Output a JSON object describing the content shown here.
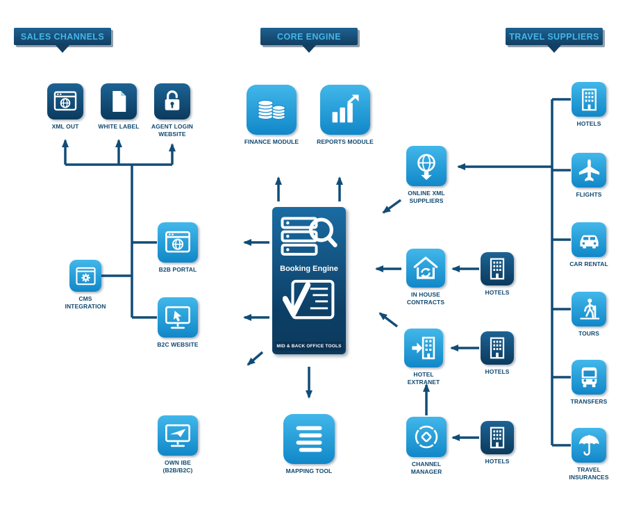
{
  "diagram": {
    "headers": {
      "sales": {
        "label": "SALES CHANNELS"
      },
      "core": {
        "label": "CORE ENGINE"
      },
      "suppliers": {
        "label": "TRAVEL SUPPLIERS"
      }
    },
    "booking_engine": {
      "title": "Booking Engine",
      "subtitle": "MID & BACK OFFICE TOOLS"
    },
    "nodes": {
      "xml_out": {
        "label": "XML OUT",
        "icon": "browser-globe-icon"
      },
      "white_label": {
        "label": "WHITE LABEL",
        "icon": "document-icon"
      },
      "agent_login": {
        "label": "AGENT LOGIN WEBSITE",
        "icon": "lock-icon"
      },
      "b2b_portal": {
        "label": "B2B PORTAL",
        "icon": "browser-globe-icon"
      },
      "cms_integration": {
        "label": "CMS INTEGRATION",
        "icon": "window-gear-icon"
      },
      "b2c_website": {
        "label": "B2C WEBSITE",
        "icon": "monitor-cursor-icon"
      },
      "own_ibe": {
        "label": "OWN IBE (B2B/B2C)",
        "icon": "monitor-plane-icon"
      },
      "finance_module": {
        "label": "FINANCE MODULE",
        "icon": "coins-icon"
      },
      "reports_module": {
        "label": "REPORTS MODULE",
        "icon": "bar-chart-icon"
      },
      "mapping_tool": {
        "label": "MAPPING TOOL",
        "icon": "list-icon"
      },
      "online_xml_suppliers": {
        "label": "ONLINE XML SUPPLIERS",
        "icon": "globe-download-icon"
      },
      "in_house_contracts": {
        "label": "IN HOUSE CONTRACTS",
        "icon": "house-sync-icon"
      },
      "hotel_extranet": {
        "label": "HOTEL EXTRANET",
        "icon": "building-arrow-icon"
      },
      "channel_manager": {
        "label": "CHANNEL MANAGER",
        "icon": "hub-arrows-icon"
      },
      "hotels_contracts": {
        "label": "HOTELS",
        "icon": "building-icon"
      },
      "hotels_extranet": {
        "label": "HOTELS",
        "icon": "building-icon"
      },
      "hotels_channel": {
        "label": "HOTELS",
        "icon": "building-icon"
      },
      "sup_hotels": {
        "label": "HOTELS",
        "icon": "building-icon"
      },
      "sup_flights": {
        "label": "FLIGHTS",
        "icon": "plane-icon"
      },
      "sup_car_rental": {
        "label": "CAR RENTAL",
        "icon": "car-icon"
      },
      "sup_tours": {
        "label": "TOURS",
        "icon": "hiker-icon"
      },
      "sup_transfers": {
        "label": "TRANSFERS",
        "icon": "bus-icon"
      },
      "sup_travel_insurances": {
        "label": "TRAVEL INSURANCES",
        "icon": "umbrella-icon"
      }
    },
    "colors": {
      "dark_navy": "#0e4c75",
      "tile_blue": "#29a9e1",
      "banner_text": "#45b6e8",
      "connector": "#114c77"
    }
  }
}
